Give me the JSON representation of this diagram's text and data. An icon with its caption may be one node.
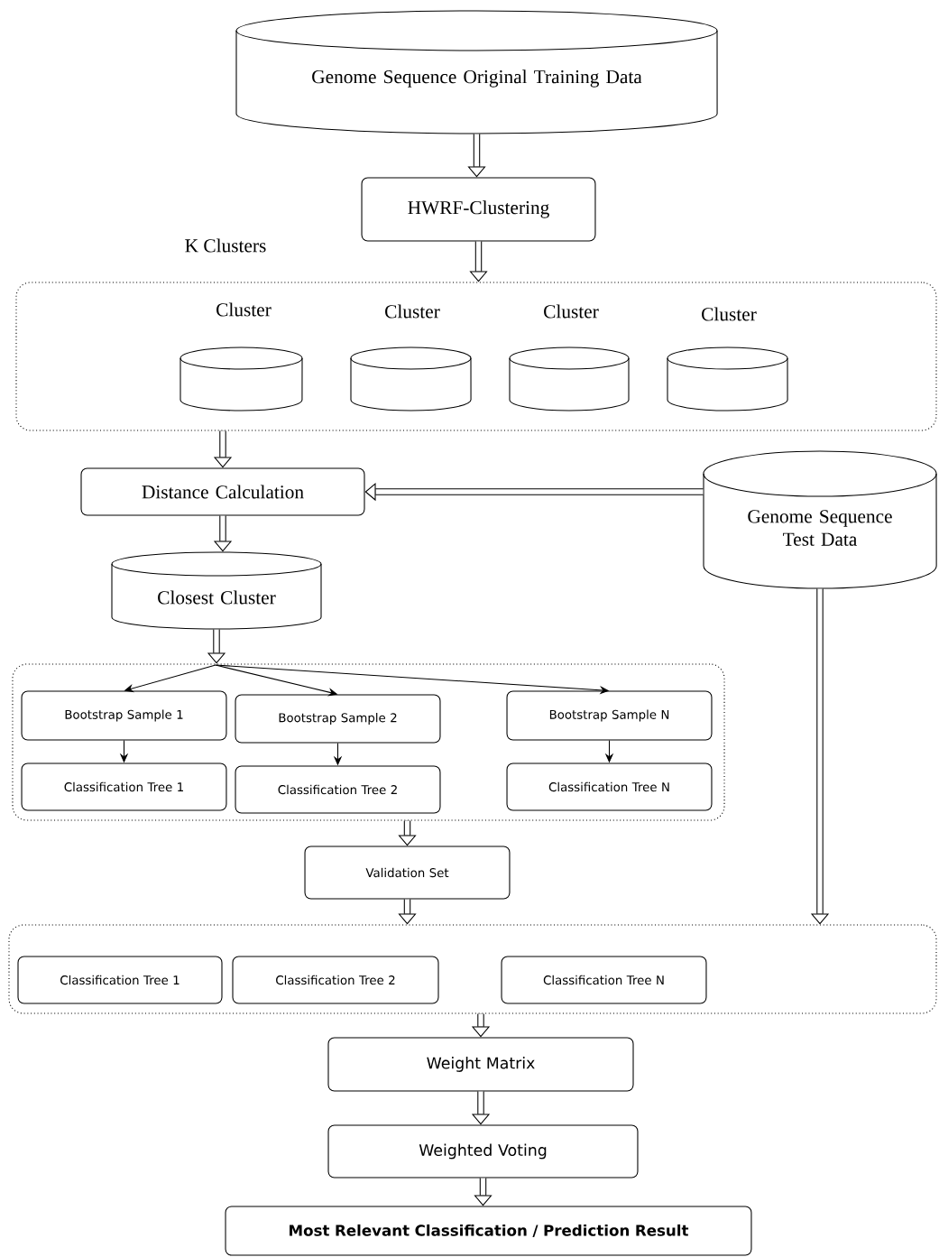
{
  "diagram": {
    "nodes": [
      {
        "text": [
          "Genome Sequence Original Training Data"
        ]
      },
      {
        "text": [
          "HWRF-Clustering"
        ]
      },
      {
        "text": [
          "K Clusters"
        ]
      },
      {
        "text": [
          "Cluster"
        ],
        "in": 2
      },
      {
        "text": [
          "Cluster"
        ],
        "in": 2
      },
      {
        "text": [
          "Cluster"
        ],
        "in": 2
      },
      {
        "text": [
          "Cluster"
        ],
        "in": 2
      },
      {
        "text": [
          "Distance Calculation"
        ]
      },
      {
        "text": [
          "Genome Sequence Test Data"
        ]
      },
      {
        "text": [
          "Closest Cluster"
        ]
      },
      {
        "text": [],
        "shape": "box"
      },
      {
        "text": [
          "Bootstrap Sample 1"
        ],
        "in": 10
      },
      {
        "text": [
          "Bootstrap Sample 2"
        ],
        "in": 10
      },
      {
        "text": [
          "Bootstrap Sample N"
        ],
        "in": 10
      },
      {
        "text": [
          "Classification Tree 1"
        ],
        "in": 10
      },
      {
        "text": [
          "Classification Tree 2"
        ],
        "in": 10
      },
      {
        "text": [
          "Classification Tree N"
        ],
        "in": 10
      },
      {
        "text": [
          "Validation Set"
        ]
      },
      {
        "text": [],
        "shape": "box"
      },
      {
        "text": [
          "Classification Tree 1"
        ],
        "in": 18
      },
      {
        "text": [
          "Classification Tree 2"
        ],
        "in": 18
      },
      {
        "text": [
          "Classification Tree N"
        ],
        "in": 18
      },
      {
        "text": [
          "Weight Matrix"
        ]
      },
      {
        "text": [
          "Weighted Voting"
        ]
      },
      {
        "text": [
          "Most Relevant Classification / Prediction Result"
        ]
      }
    ],
    "edges": [
      {
        "from": 0,
        "to": 1,
        "arrow": "to"
      },
      {
        "from": 1,
        "to": 2,
        "arrow": "to"
      },
      {
        "from": 2,
        "to": 7,
        "arrow": "to"
      },
      {
        "from": 8,
        "to": 7,
        "arrow": "to"
      },
      {
        "from": 7,
        "to": 9,
        "arrow": "to"
      },
      {
        "from": 9,
        "to": 10,
        "arrow": "to"
      },
      {
        "from": 10,
        "to": 11,
        "arrow": "to"
      },
      {
        "from": 10,
        "to": 12,
        "arrow": "to"
      },
      {
        "from": 10,
        "to": 13,
        "arrow": "to"
      },
      {
        "from": 11,
        "to": 14,
        "arrow": "to"
      },
      {
        "from": 12,
        "to": 15,
        "arrow": "to"
      },
      {
        "from": 13,
        "to": 16,
        "arrow": "to"
      },
      {
        "from": 10,
        "to": 17,
        "arrow": "to"
      },
      {
        "from": 17,
        "to": 18,
        "arrow": "to"
      },
      {
        "from": 8,
        "to": 18,
        "arrow": "to"
      },
      {
        "from": 18,
        "to": 22,
        "arrow": "to"
      },
      {
        "from": 22,
        "to": 23,
        "arrow": "to"
      },
      {
        "from": 23,
        "to": 24,
        "arrow": "to"
      }
    ]
  }
}
